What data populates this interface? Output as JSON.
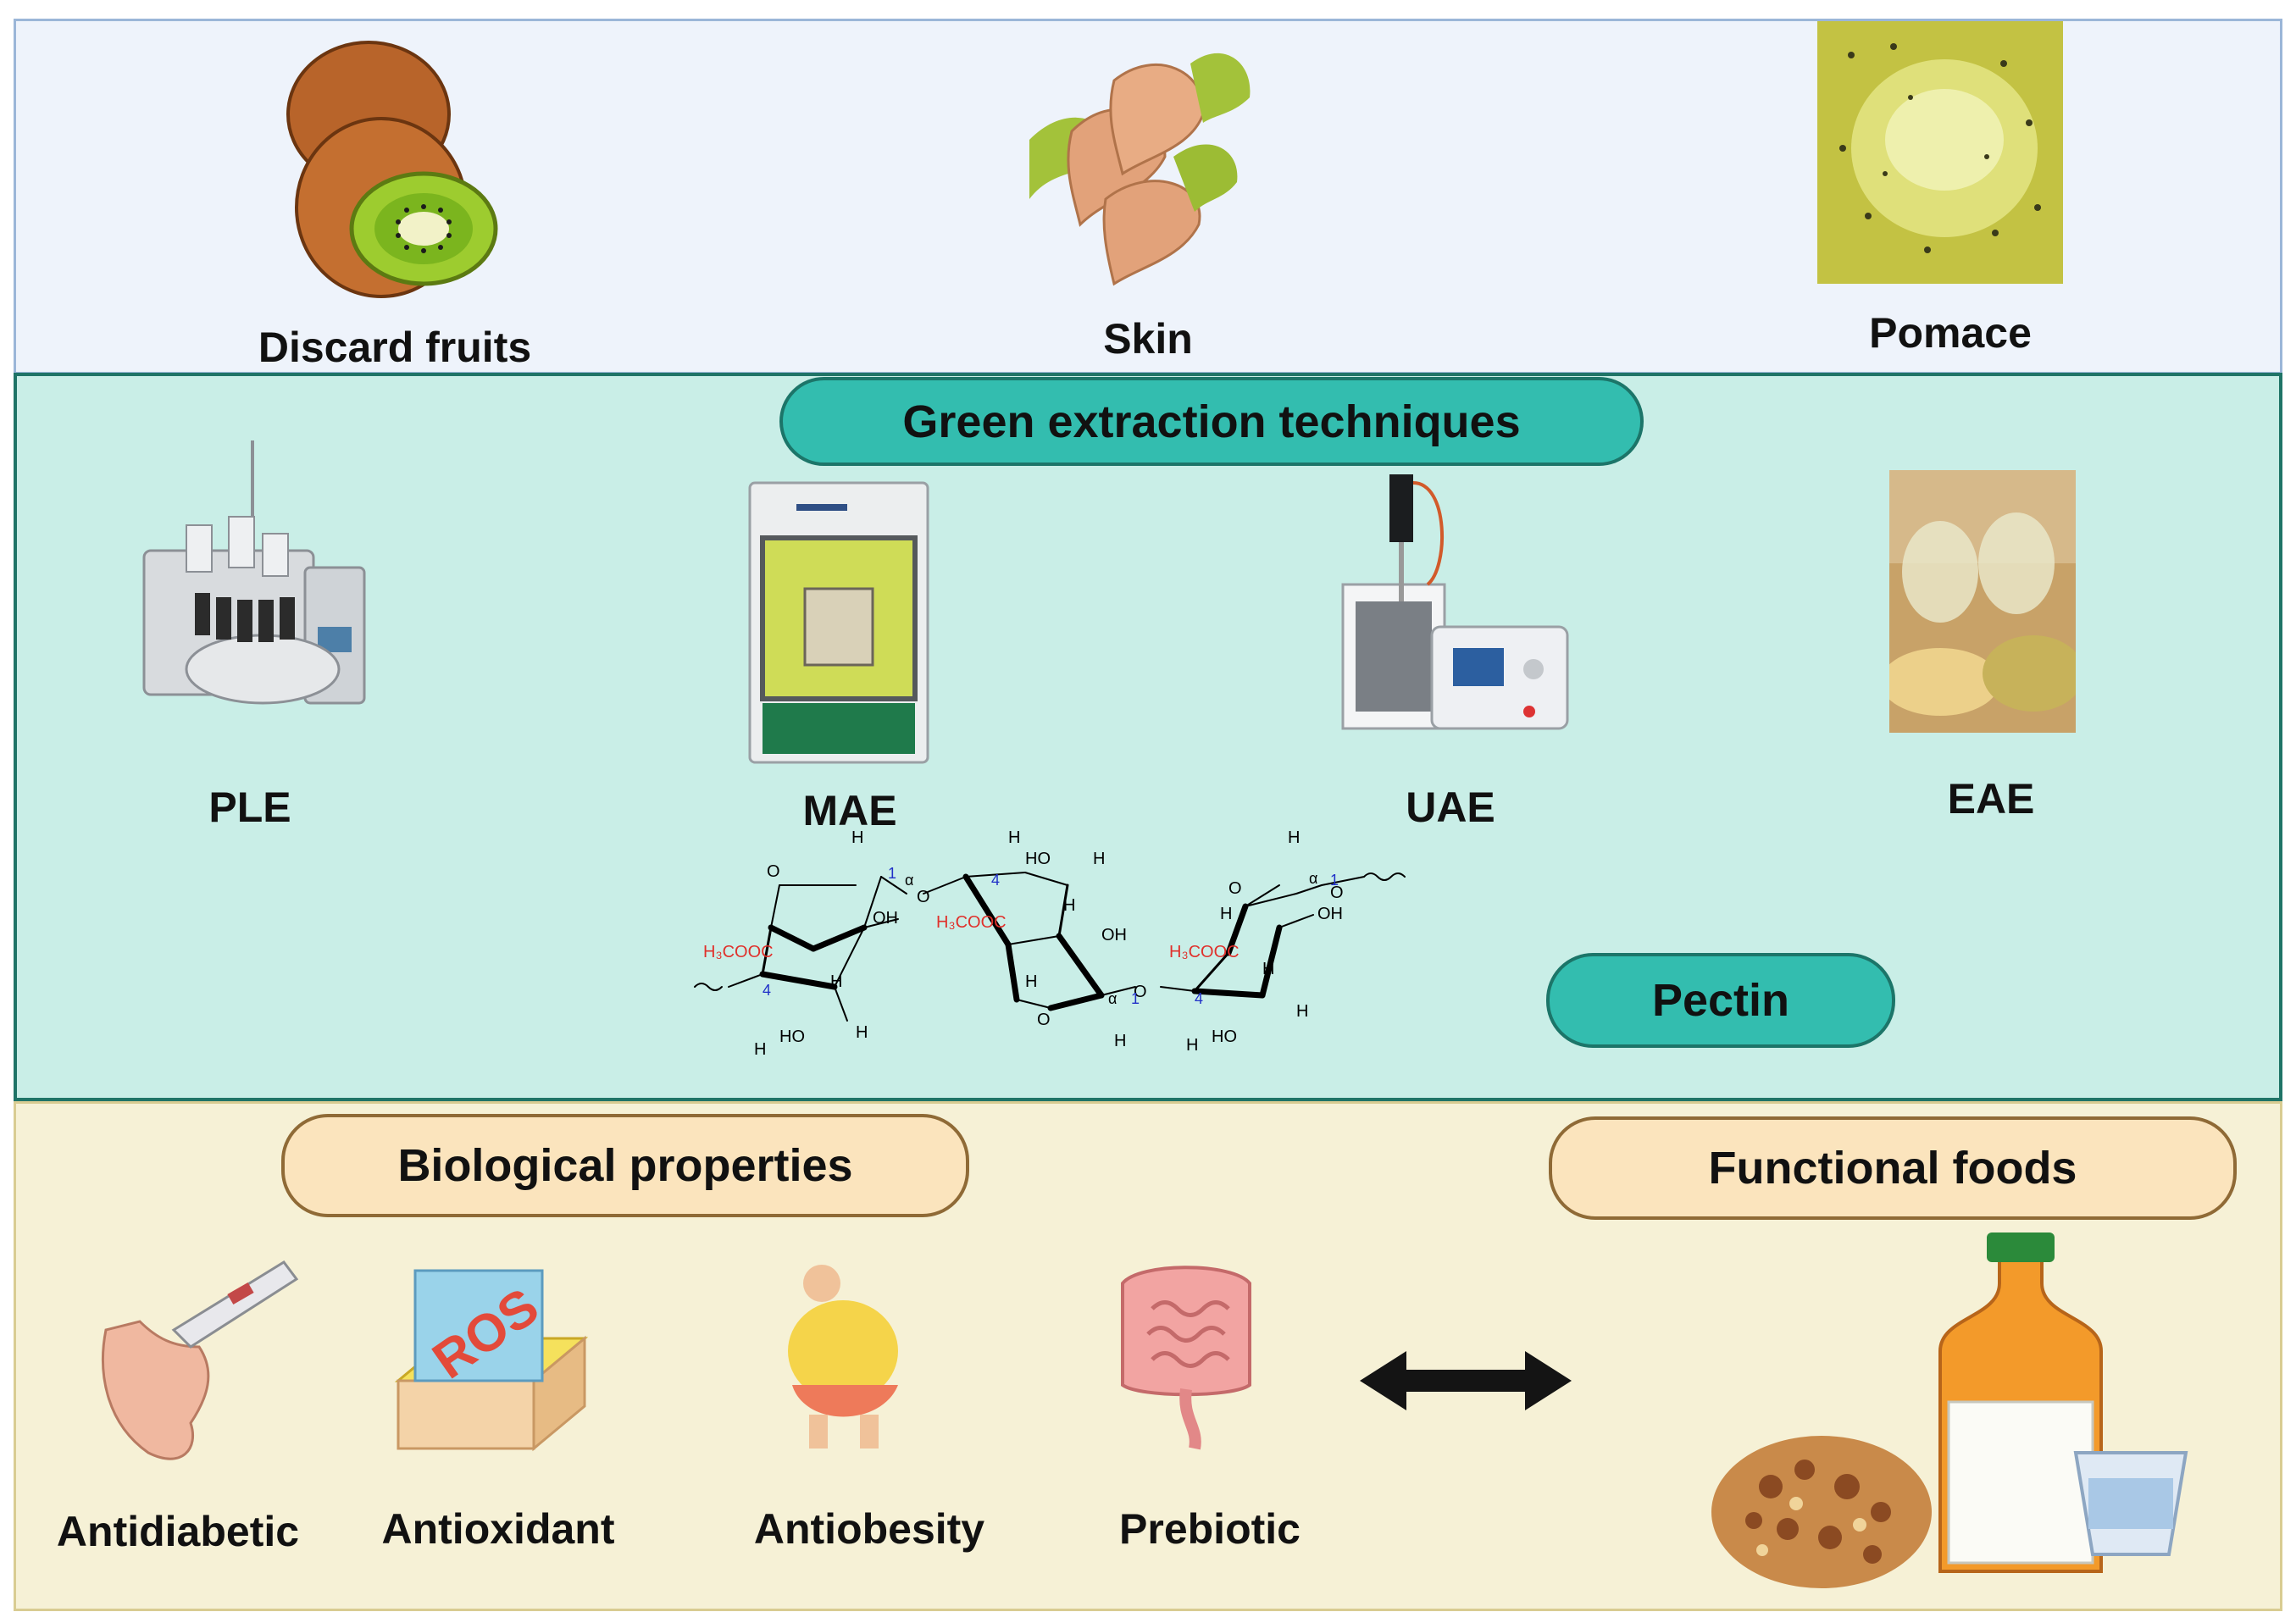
{
  "sources": {
    "discard_fruits": "Discard fruits",
    "skin": "Skin",
    "pomace": "Pomace"
  },
  "extraction": {
    "title": "Green extraction techniques",
    "ple": "PLE",
    "mae": "MAE",
    "uae": "UAE",
    "eae": "EAE",
    "pectin": "Pectin"
  },
  "structure": {
    "ester_group": "H₃COOC",
    "h": "H",
    "oh": "OH",
    "ho": "HO",
    "o": "O",
    "alpha": "α",
    "c1": "1",
    "c4": "4"
  },
  "properties": {
    "title": "Biological properties",
    "antidiabetic": "Antidiabetic",
    "antioxidant": "Antioxidant",
    "antioxidant_icon_text": "ROS",
    "antiobesity": "Antiobesity",
    "prebiotic": "Prebiotic"
  },
  "foods": {
    "title": "Functional foods"
  },
  "colors": {
    "teal_pill": "#33bdaf",
    "beige_pill": "#fbe4bd",
    "ester_red": "#e0302b",
    "position_blue": "#2030c8"
  }
}
